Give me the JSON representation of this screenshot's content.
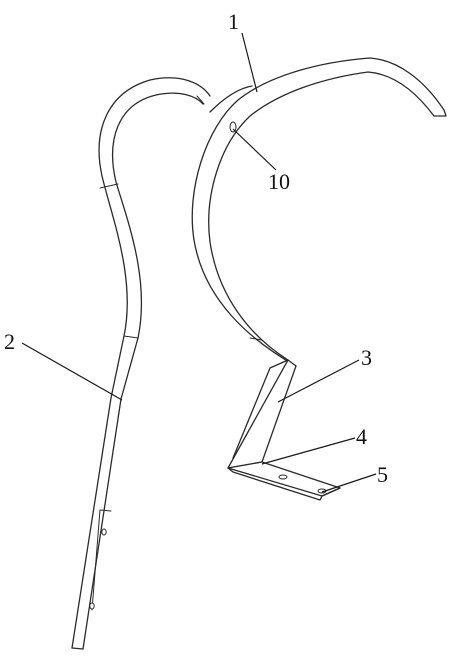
{
  "labels": {
    "label_1": "1",
    "label_2": "2",
    "label_3": "3",
    "label_4": "4",
    "label_5": "5",
    "label_10": "10"
  }
}
